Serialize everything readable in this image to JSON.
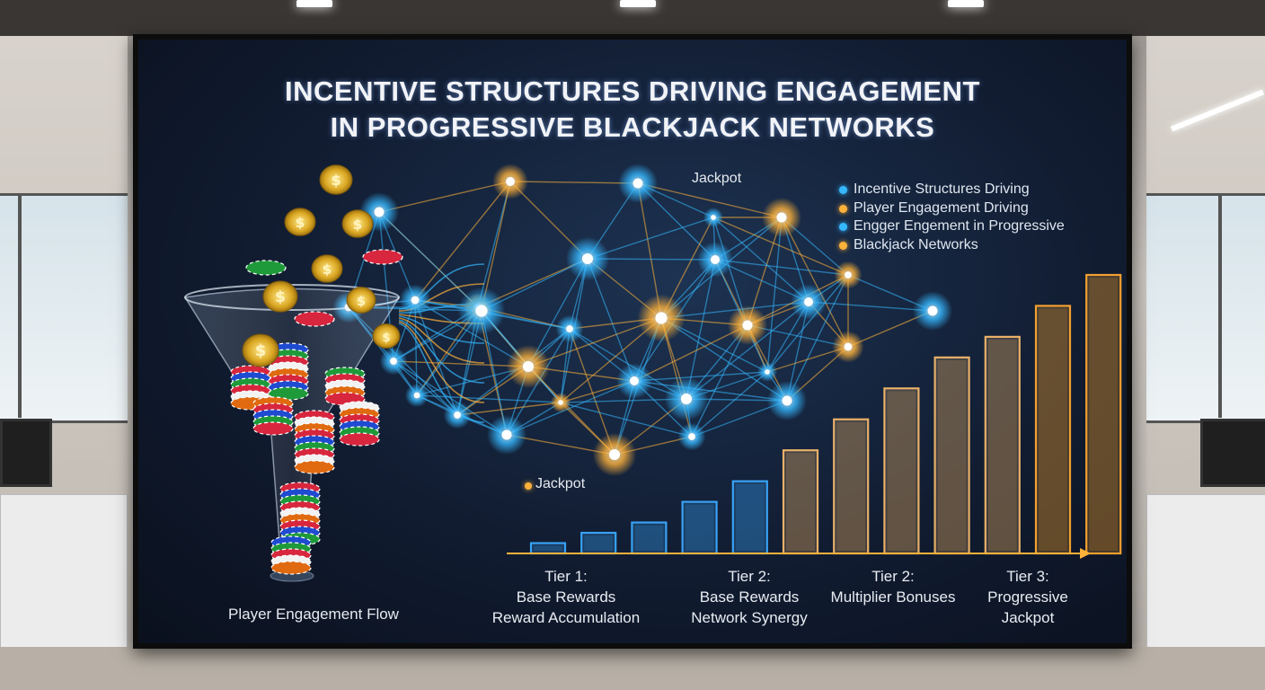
{
  "title": {
    "line1": "INCENTIVE STRUCTURES DRIVING ENGAGEMENT",
    "line2": "IN PROGRESSIVE BLACKJACK NETWORKS"
  },
  "legend": [
    {
      "label": "Incentive Structures Driving",
      "color": "#35b8ff"
    },
    {
      "label": "Player Engagement Driving",
      "color": "#ffb23a"
    },
    {
      "label": "Engger Engement in Progressive",
      "color": "#35b8ff"
    },
    {
      "label": "Blackjack Networks",
      "color": "#ffb23a"
    }
  ],
  "network": {
    "label_top": "Jackpot",
    "label_bottom": "Jackpot"
  },
  "funnel": {
    "label": "Player Engagement Flow",
    "coin_symbol": "$"
  },
  "tiers": [
    {
      "line1": "Tier 1:",
      "line2": "Base Rewards",
      "line3": "Reward Accumulation"
    },
    {
      "line1": "Tier 2:",
      "line2": "Base Rewards",
      "line3": "Network Synergy"
    },
    {
      "line1": "Tier 2:",
      "line2": "Multiplier Bonuses",
      "line3": ""
    },
    {
      "line1": "Tier 3:",
      "line2": "Progressive",
      "line3": "Jackpot"
    }
  ],
  "chart_data": {
    "type": "bar",
    "values": [
      1,
      2,
      3,
      5,
      7,
      10,
      13,
      16,
      19,
      21,
      24,
      27
    ],
    "colors": [
      "#3aa9ff",
      "#3aa9ff",
      "#3aa9ff",
      "#3aa9ff",
      "#3aa9ff",
      "#f3b76a",
      "#f3b76a",
      "#f3b76a",
      "#f3b76a",
      "#f3b76a",
      "#ffa72e",
      "#ffa72e"
    ],
    "axis_arrow": true
  },
  "colors": {
    "blue_glow": "#35b8ff",
    "orange_glow": "#ffb23a",
    "screen_bg": "#111c31"
  }
}
